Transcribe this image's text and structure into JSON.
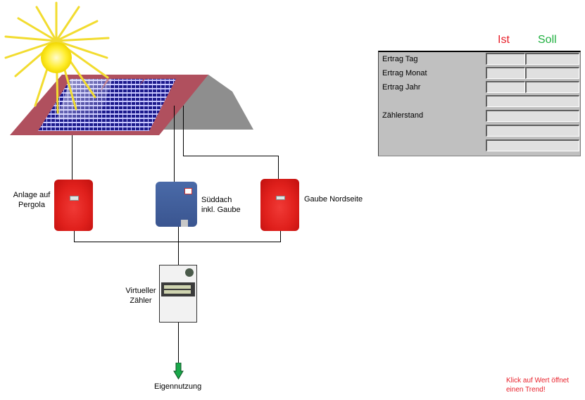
{
  "diagram": {
    "inverters": [
      {
        "name": "Anlage auf Pergola",
        "label_lines": [
          "Anlage auf",
          "Pergola"
        ],
        "color": "#e0201c"
      },
      {
        "name": "Süddach inkl. Gaube",
        "label_lines": [
          "Süddach",
          "inkl. Gaube"
        ],
        "color": "#3a5590"
      },
      {
        "name": "Gaube Nordseite",
        "label_lines": [
          "Gaube Nordseite"
        ],
        "color": "#e0201c"
      }
    ],
    "meter": {
      "label_lines": [
        "Virtueller",
        "Zähler"
      ]
    },
    "output": {
      "label": "Eigennutzung",
      "arrow_color": "#1aa84a"
    }
  },
  "panel": {
    "headers": {
      "ist": "Ist",
      "soll": "Soll",
      "ist_color": "#e8202a",
      "soll_color": "#20b040"
    },
    "rows": [
      {
        "label": "Ertrag Tag",
        "ist": "",
        "soll": ""
      },
      {
        "label": "Ertrag Monat",
        "ist": "",
        "soll": ""
      },
      {
        "label": "Ertrag Jahr",
        "ist": "",
        "soll": ""
      }
    ],
    "zaehlerstand_label": "Zählerstand",
    "zaehlerstand_values": [
      "",
      "",
      "",
      ""
    ]
  },
  "hint": {
    "lines": [
      "Klick auf Wert öffnet",
      "einen Trend!"
    ],
    "color": "#e8202a"
  }
}
